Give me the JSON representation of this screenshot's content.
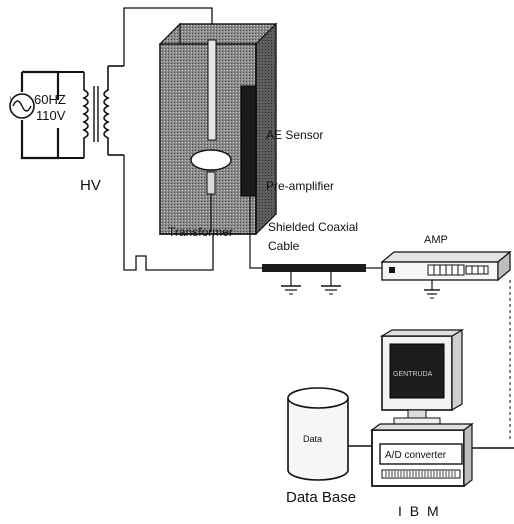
{
  "source": {
    "frequency": "60HZ",
    "voltage": "110V",
    "hv_label": "HV"
  },
  "test_cell": {
    "transformer_label": "Transformer",
    "ae_sensor_label": "AE Sensor",
    "preamp_label": "Pre-amplifier"
  },
  "cable": {
    "label_line1": "Shielded Coaxial",
    "label_line2": "Cable"
  },
  "amp": {
    "label": "AMP"
  },
  "database": {
    "drum_label": "Data",
    "caption": "Data Base"
  },
  "computer": {
    "converter_label": "A/D converter",
    "screen_text": "GENTRUDA",
    "caption": "I B M"
  }
}
